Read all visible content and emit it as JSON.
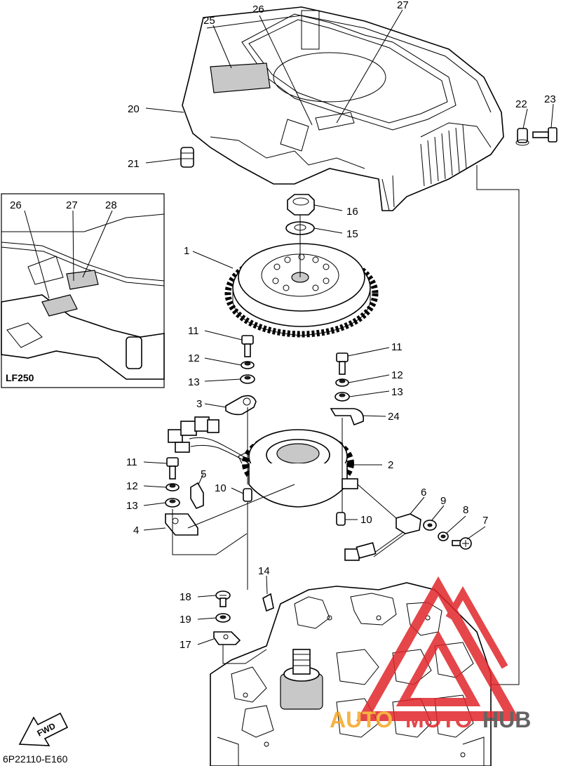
{
  "callouts": {
    "c1": "1",
    "c2": "2",
    "c3": "3",
    "c4": "4",
    "c5": "5",
    "c6": "6",
    "c7": "7",
    "c8": "8",
    "c9": "9",
    "c10a": "10",
    "c10b": "10",
    "c11a": "11",
    "c11b": "11",
    "c11c": "11",
    "c12a": "12",
    "c12b": "12",
    "c12c": "12",
    "c13a": "13",
    "c13b": "13",
    "c13c": "13",
    "c14": "14",
    "c15": "15",
    "c16": "16",
    "c17": "17",
    "c18": "18",
    "c19": "19",
    "c20": "20",
    "c21": "21",
    "c22": "22",
    "c23": "23",
    "c24": "24",
    "c25": "25",
    "c26": "26",
    "c27": "27"
  },
  "inset": {
    "label": "LF250",
    "c26": "26",
    "c27": "27",
    "c28": "28"
  },
  "fwd_label": "FWD",
  "diagram_code": "6P22110-E160",
  "watermark": {
    "text_left": "AUTO",
    "text_mid": "MOTO",
    "text_right": "HUB",
    "color_red": "#e0262b",
    "color_orange": "#f5a623",
    "color_dark": "#4a4a4a"
  }
}
